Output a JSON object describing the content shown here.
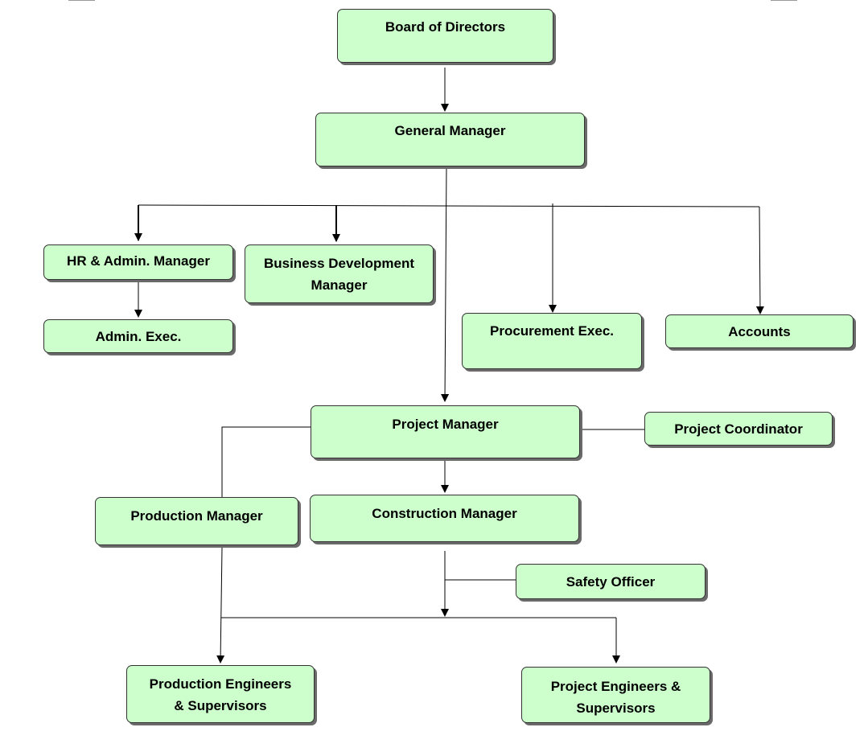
{
  "org_chart": {
    "nodes": {
      "board": {
        "label": "Board of Directors"
      },
      "gm": {
        "label": "General Manager"
      },
      "hr": {
        "label": "HR & Admin. Manager"
      },
      "bdm": {
        "line1": "Business Development",
        "line2": "Manager"
      },
      "admin": {
        "label": "Admin. Exec."
      },
      "procurement": {
        "label": "Procurement Exec."
      },
      "accounts": {
        "label": "Accounts"
      },
      "pm": {
        "label": "Project Manager"
      },
      "coordinator": {
        "label": "Project Coordinator"
      },
      "production_mgr": {
        "label": "Production Manager"
      },
      "construction_mgr": {
        "label": "Construction Manager"
      },
      "safety": {
        "label": "Safety Officer"
      },
      "prod_eng": {
        "line1": "Production Engineers",
        "line2": "& Supervisors"
      },
      "proj_eng": {
        "line1": "Project Engineers &",
        "line2": "Supervisors"
      }
    },
    "colors": {
      "box_fill": "#ccffcc",
      "box_border": "#333333",
      "box_shadow": "#6a6a6a",
      "connector": "#000000"
    }
  }
}
